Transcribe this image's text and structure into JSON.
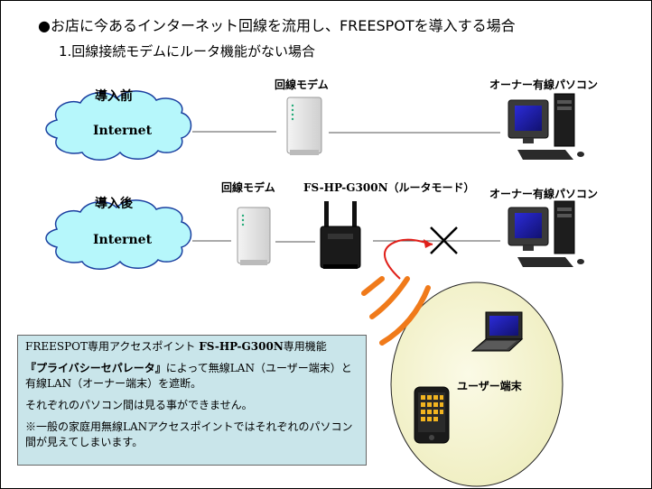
{
  "title": "●お店に今あるインターネット回線を流用し、FREESPOTを導入する場合",
  "subtitle": "1.回線接続モデムにルータ機能がない場合",
  "before": {
    "label": "導入前",
    "cloud": "Internet",
    "modem": "回線モデム",
    "pc": "オーナー有線パソコン"
  },
  "after": {
    "label": "導入後",
    "cloud": "Internet",
    "modem": "回線モデム",
    "router": "FS-HP-G300N（ルータモード）",
    "pc": "オーナー有線パソコン",
    "user": "ユーザー端末"
  },
  "info": {
    "line1_a": "FREESPOT専用アクセスポイント ",
    "line1_b": "FS-HP-G300N",
    "line1_c": "専用機能",
    "line2_bold": "『プライバシーセパレータ』",
    "line2_rest": "によって無線LAN（ユーザー端末）と有線LAN（オーナー端末）を遮断。",
    "line3": "それぞれのパソコン間は見る事ができません。",
    "line4": "※一般の家庭用無線LANアクセスポイントではそれぞれのパソコン間が見えてしまいます。"
  },
  "colors": {
    "wire": "#555555",
    "cloud": "#b6f7fb",
    "cloud_stroke": "#1a3fa0",
    "wave": "#f07a1a",
    "signal_arrow": "#e0201a",
    "cross": "#000000",
    "user_zone": "#f7f5d5",
    "info_bg": "#c9e5ea"
  }
}
